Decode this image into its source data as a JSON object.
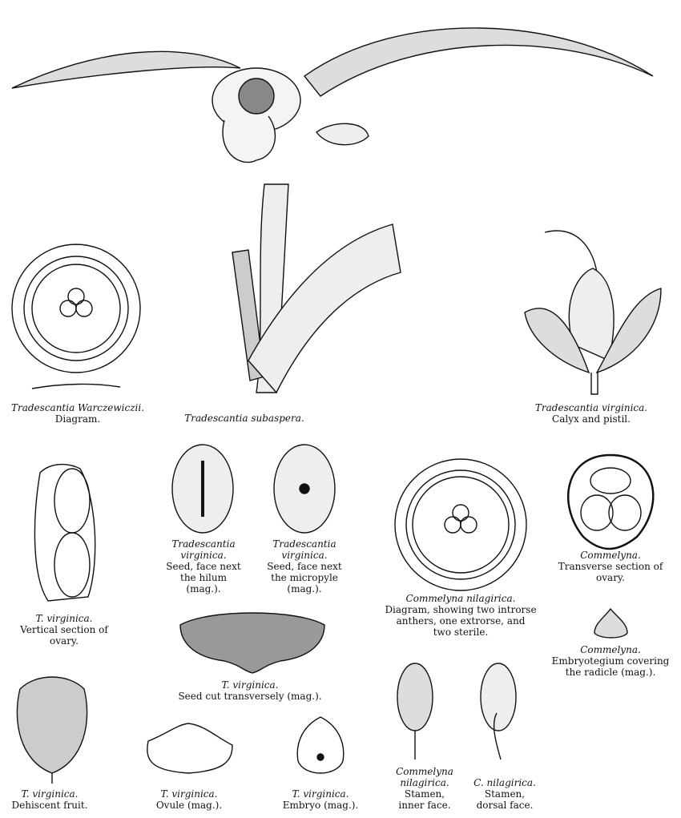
{
  "figures": [
    {
      "id": "warczewiczii-diagram",
      "species": "Tradescantia Warczewiczii.",
      "desc": [
        "Diagram."
      ]
    },
    {
      "id": "subaspera",
      "species": "Tradescantia subaspera.",
      "desc": []
    },
    {
      "id": "calyx-pistil",
      "species": "Tradescantia virginica.",
      "desc": [
        "Calyx and pistil."
      ]
    },
    {
      "id": "seed-hilum",
      "species": "Tradescantia virginica.",
      "species_lines": [
        "Tradescantia",
        "virginica."
      ],
      "desc": [
        "Seed, face next",
        "the hilum",
        "(mag.)."
      ]
    },
    {
      "id": "seed-micropyle",
      "species": "Tradescantia virginica.",
      "species_lines": [
        "Tradescantia",
        "virginica."
      ],
      "desc": [
        "Seed, face next",
        "the micropyle",
        "(mag.)."
      ]
    },
    {
      "id": "commelyna-diagram",
      "species": "Commelyna nilagirica.",
      "desc": [
        "Diagram, showing two introrse",
        "anthers, one extrorse, and",
        "two sterile."
      ]
    },
    {
      "id": "commelyna-ovary",
      "species": "Commelyna.",
      "desc": [
        "Transverse section of",
        "ovary."
      ]
    },
    {
      "id": "vertical-section",
      "species": "T. virginica.",
      "desc": [
        "Vertical section of",
        "ovary."
      ]
    },
    {
      "id": "seed-transverse",
      "species": "T. virginica.",
      "desc": [
        "Seed cut transversely (mag.)."
      ]
    },
    {
      "id": "embryotegium",
      "species": "Commelyna.",
      "desc": [
        "Embryotegium covering",
        "the radicle (mag.)."
      ]
    },
    {
      "id": "dehiscent-fruit",
      "species": "T. virginica.",
      "desc": [
        "Dehiscent fruit."
      ]
    },
    {
      "id": "ovule",
      "species": "T. virginica.",
      "desc": [
        "Ovule (mag.)."
      ]
    },
    {
      "id": "embryo",
      "species": "T. virginica.",
      "desc": [
        "Embryo (mag.)."
      ]
    },
    {
      "id": "stamen-inner",
      "species": "Commelyna nilagirica.",
      "species_lines": [
        "Commelyna",
        "nilagirica."
      ],
      "desc": [
        "Stamen,",
        "inner face."
      ]
    },
    {
      "id": "stamen-dorsal",
      "species": "C. nilagirica.",
      "desc": [
        "Stamen,",
        "dorsal face."
      ]
    }
  ]
}
